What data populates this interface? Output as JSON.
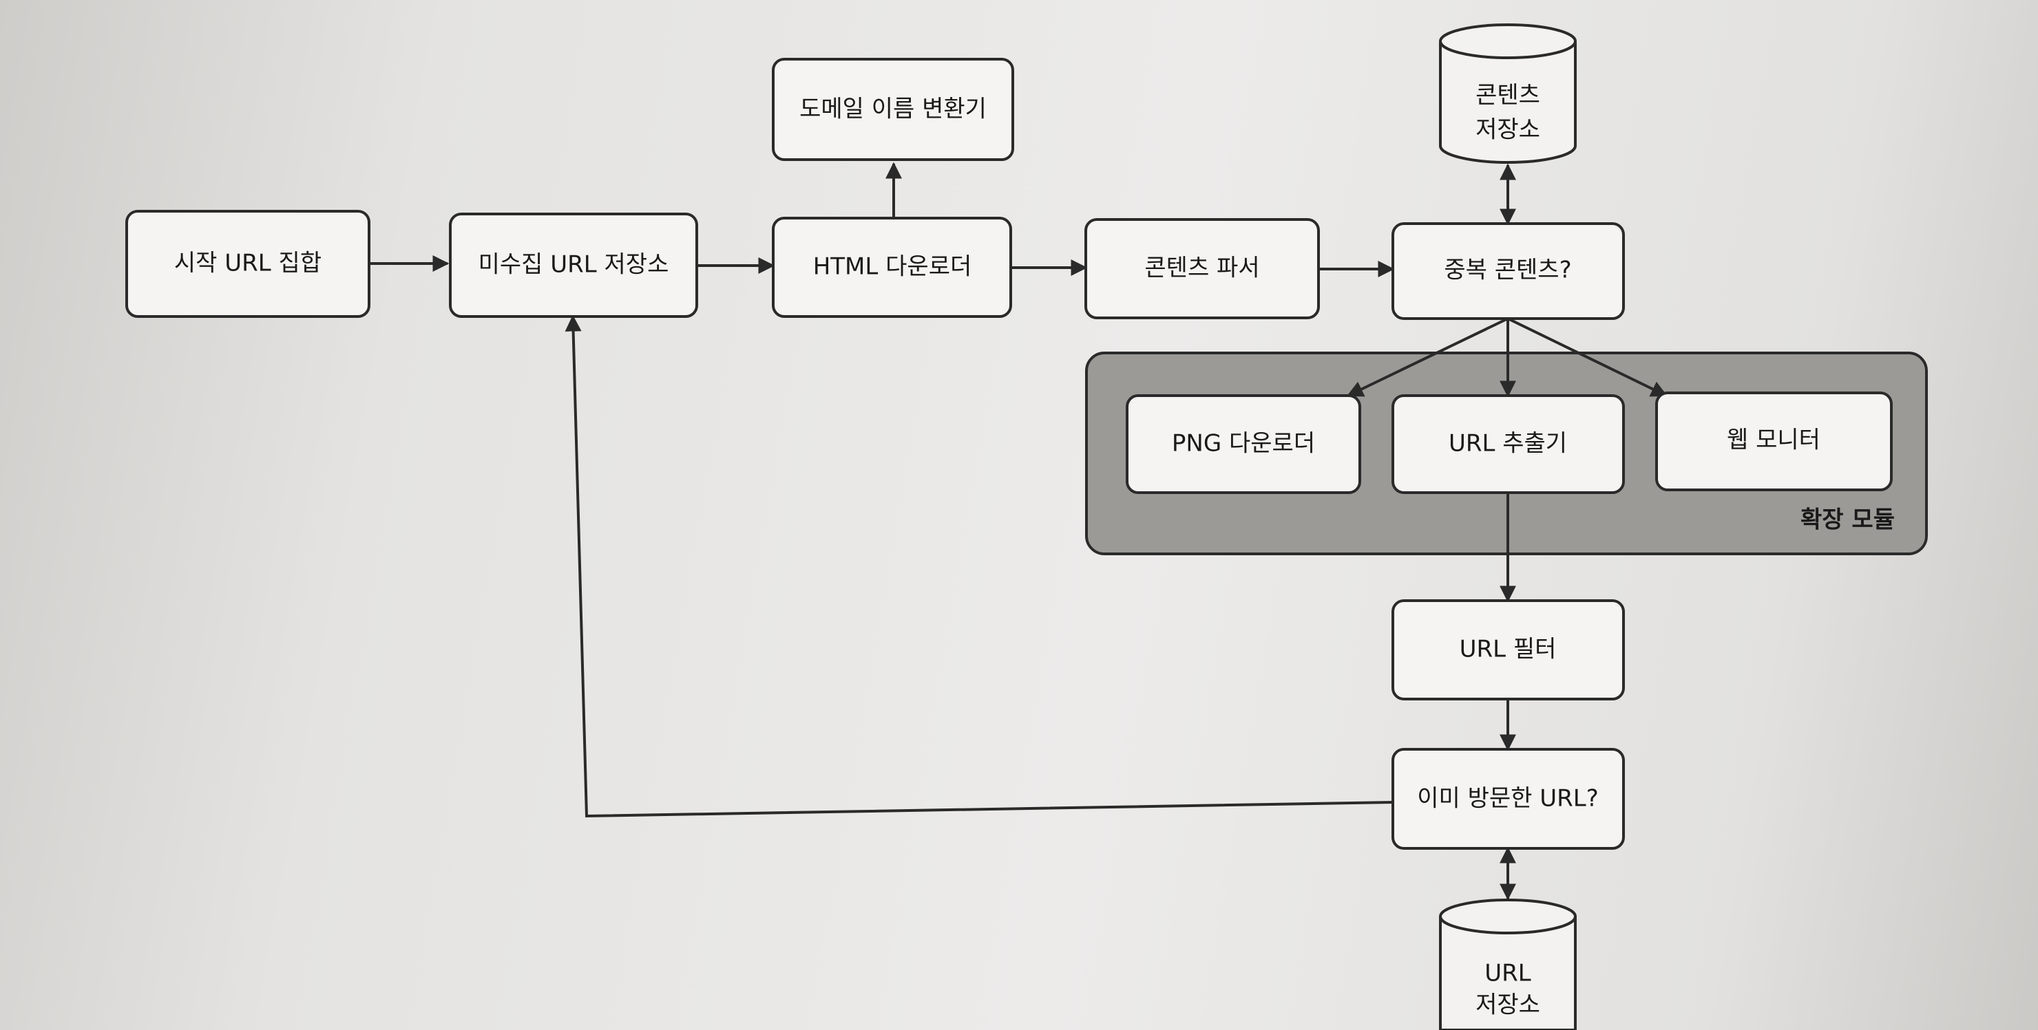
{
  "nodes": {
    "seed_urls": "시작 URL 집합",
    "frontier": "미수집 URL 저장소",
    "dns_resolver": "도메일 이름 변환기",
    "html_downloader": "HTML 다운로더",
    "content_parser": "콘텐츠 파서",
    "duplicate_check": "중복 콘텐츠?",
    "content_store": [
      "콘텐츠",
      "저장소"
    ],
    "png_downloader": "PNG 다운로더",
    "url_extractor": "URL 추출기",
    "web_monitor": "웹 모니터",
    "extension_module": "확장 모듈",
    "url_filter": "URL 필터",
    "visited_check": "이미 방문한 URL?",
    "url_store": [
      "URL",
      "저장소"
    ]
  },
  "colors": {
    "background": "#e8e7e5",
    "box_fill": "#f5f4f2",
    "stroke": "#2a2a2a",
    "group_fill": "#9b9a97"
  }
}
